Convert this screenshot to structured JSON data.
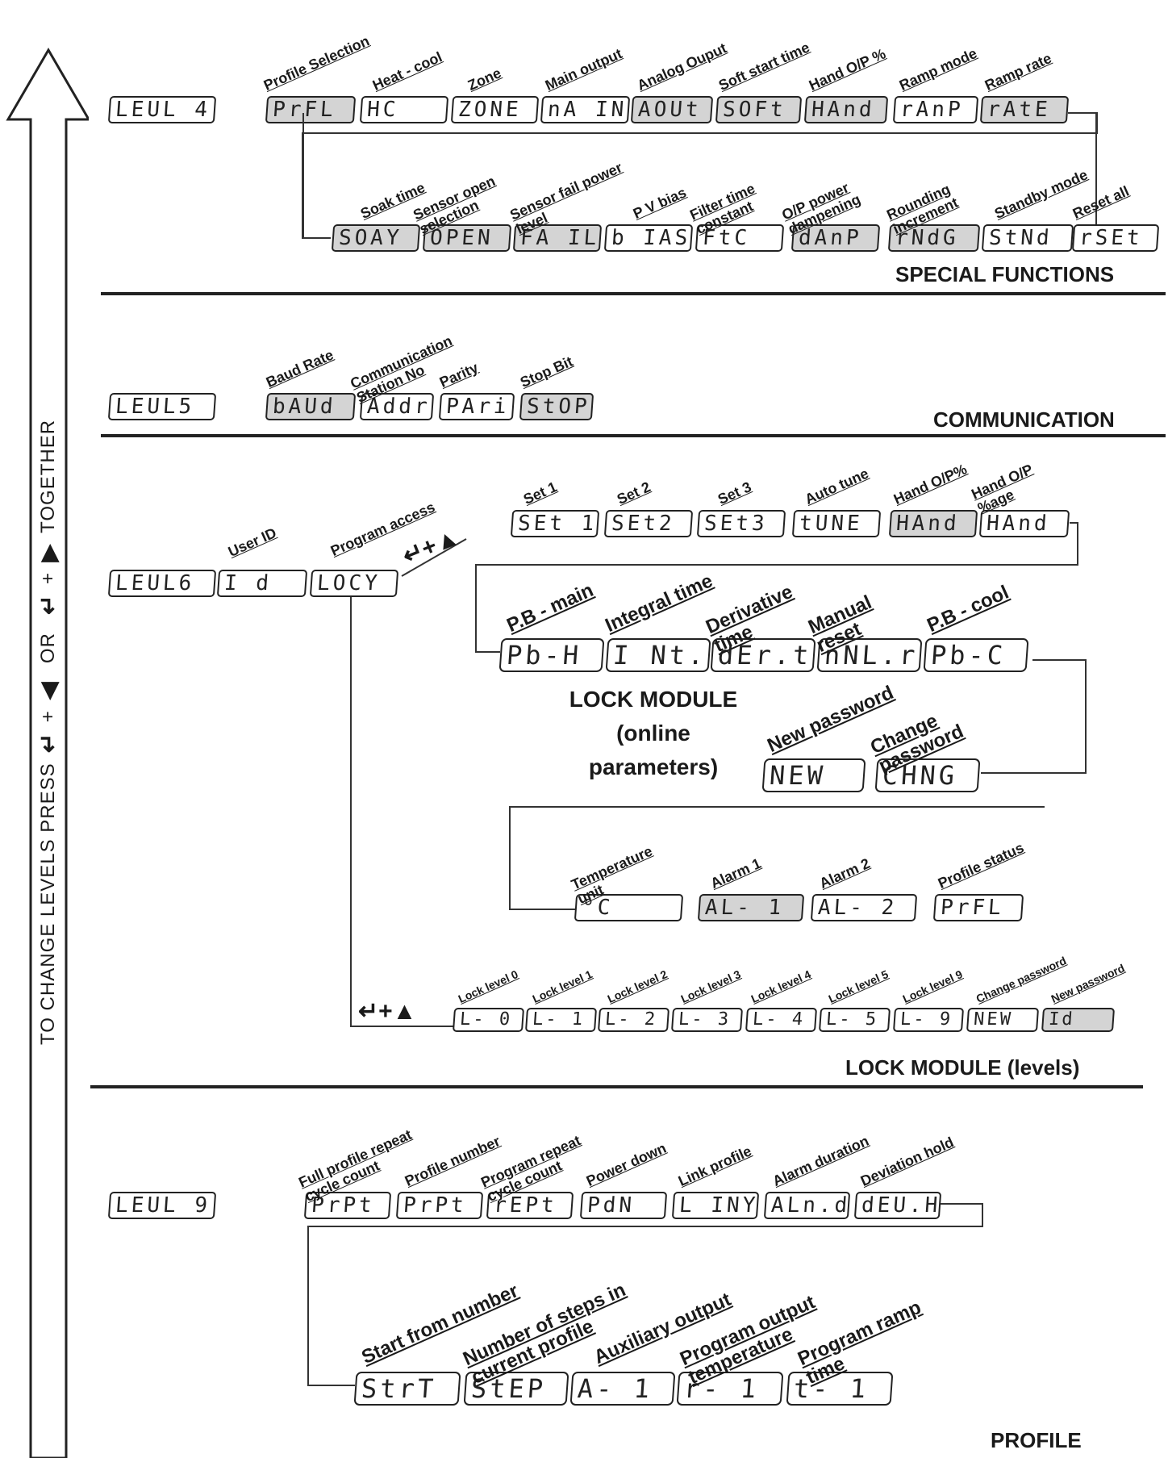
{
  "side_instruction": {
    "text1": "TO CHANGE LEVELS PRESS",
    "text2": "OR",
    "text3": "TOGETHER",
    "plus": "+"
  },
  "sections": {
    "special": "SPECIAL FUNCTIONS",
    "communication": "COMMUNICATION",
    "lock_levels": "LOCK MODULE (levels)",
    "profile": "PROFILE"
  },
  "level4": {
    "code": "LEUL 4",
    "row1": [
      {
        "label": "Profile Selection",
        "display": "PrFL",
        "shaded": true
      },
      {
        "label": "Heat - cool",
        "display": "HC",
        "shaded": false
      },
      {
        "label": "Zone",
        "display": "ZONE",
        "shaded": false
      },
      {
        "label": "Main output",
        "display": "nA IN",
        "shaded": false
      },
      {
        "label": "Analog Ouput",
        "display": "AOUt",
        "shaded": true
      },
      {
        "label": "Soft start time",
        "display": "SOFt",
        "shaded": true
      },
      {
        "label": "Hand O/P %",
        "display": "HAnd",
        "shaded": true
      },
      {
        "label": "Ramp mode",
        "display": "rAnP",
        "shaded": false
      },
      {
        "label": "Ramp rate",
        "display": "rAtE",
        "shaded": true
      }
    ],
    "row2": [
      {
        "label": "Soak time",
        "display": "SOAY",
        "shaded": true
      },
      {
        "label": "Sensor open selection",
        "display": "OPEN",
        "shaded": true
      },
      {
        "label": "Sensor fail power level",
        "display": "FA IL",
        "shaded": true
      },
      {
        "label": "P V bias",
        "display": "b IAS",
        "shaded": false
      },
      {
        "label": "Filter time constant",
        "display": "FtC",
        "shaded": false
      },
      {
        "label": "O/P power dampening",
        "display": "dAnP",
        "shaded": true
      },
      {
        "label": "Rounding increment",
        "display": "rNdG",
        "shaded": true
      },
      {
        "label": "Standby mode",
        "display": "StNd",
        "shaded": false
      },
      {
        "label": "Reset all",
        "display": "rSEt",
        "shaded": false
      }
    ]
  },
  "level5": {
    "code": "LEUL5",
    "items": [
      {
        "label": "Baud Rate",
        "display": "bAUd",
        "shaded": true
      },
      {
        "label": "Communication Station No",
        "display": "Addr",
        "shaded": false
      },
      {
        "label": "Parity",
        "display": "PAri",
        "shaded": false
      },
      {
        "label": "Stop Bit",
        "display": "StOP",
        "shaded": true
      }
    ]
  },
  "level6": {
    "code": "LEUL6",
    "user_id_label": "User ID",
    "user_id_display": "I d",
    "program_access_label": "Program access",
    "program_access_display": "LOCY",
    "key_combo": "↵+▲",
    "sets": [
      {
        "label": "Set 1",
        "display": "SEt 1",
        "shaded": false
      },
      {
        "label": "Set 2",
        "display": "SEt2",
        "shaded": false
      },
      {
        "label": "Set 3",
        "display": "SEt3",
        "shaded": false
      },
      {
        "label": "Auto tune",
        "display": "tUNE",
        "shaded": false
      },
      {
        "label": "Hand O/P%",
        "display": "HAnd",
        "shaded": true
      },
      {
        "label": "Hand O/P %age",
        "display": "HAnd",
        "shaded": false
      }
    ],
    "pid": [
      {
        "label": "P.B - main",
        "display": "Pb-H"
      },
      {
        "label": "Integral time",
        "display": "I Nt.t"
      },
      {
        "label": "Derivative time",
        "display": "dEr.t"
      },
      {
        "label": "Manual reset",
        "display": "nNL.r"
      },
      {
        "label": "P.B - cool",
        "display": "Pb-C"
      }
    ],
    "lock_module_text": [
      "LOCK MODULE",
      "(online",
      "parameters)"
    ],
    "passwords": [
      {
        "label": "New password",
        "display": "NEW"
      },
      {
        "label": "Change password",
        "display": "CHNG"
      }
    ],
    "status": [
      {
        "label": "Temperature unit",
        "display": "°C",
        "shaded": false
      },
      {
        "label": "Alarm 1",
        "display": "AL- 1",
        "shaded": true
      },
      {
        "label": "Alarm 2",
        "display": "AL- 2",
        "shaded": false
      },
      {
        "label": "Profile status",
        "display": "PrFL",
        "shaded": false
      }
    ],
    "locks": [
      {
        "label": "Lock level 0",
        "display": "L- 0",
        "shaded": false
      },
      {
        "label": "Lock level 1",
        "display": "L- 1",
        "shaded": false
      },
      {
        "label": "Lock level 2",
        "display": "L- 2",
        "shaded": false
      },
      {
        "label": "Lock level 3",
        "display": "L- 3",
        "shaded": false
      },
      {
        "label": "Lock level 4",
        "display": "L- 4",
        "shaded": false
      },
      {
        "label": "Lock level 5",
        "display": "L- 5",
        "shaded": false
      },
      {
        "label": "Lock level 9",
        "display": "L- 9",
        "shaded": false
      },
      {
        "label": "Change password",
        "display": "NEW",
        "shaded": false
      },
      {
        "label": "New password",
        "display": "Id",
        "shaded": true
      }
    ]
  },
  "level9": {
    "code": "LEUL 9",
    "row1": [
      {
        "label": "Full profile repeat cycle count",
        "display": "PrPt"
      },
      {
        "label": "Profile number",
        "display": "PrPt"
      },
      {
        "label": "Program repeat cycle count",
        "display": "rEPt"
      },
      {
        "label": "Power down",
        "display": "PdN"
      },
      {
        "label": "Link profile",
        "display": "L INY"
      },
      {
        "label": "Alarm duration",
        "display": "ALn.d"
      },
      {
        "label": "Deviation hold",
        "display": "dEU.H"
      }
    ],
    "row2": [
      {
        "label": "Start from number",
        "display": "StrT"
      },
      {
        "label": "Number of steps in current profile",
        "display": "StEP"
      },
      {
        "label": "Auxiliary output",
        "display": "A- 1"
      },
      {
        "label": "Program output temperature",
        "display": "r- 1"
      },
      {
        "label": "Program ramp time",
        "display": "t- 1"
      }
    ]
  }
}
